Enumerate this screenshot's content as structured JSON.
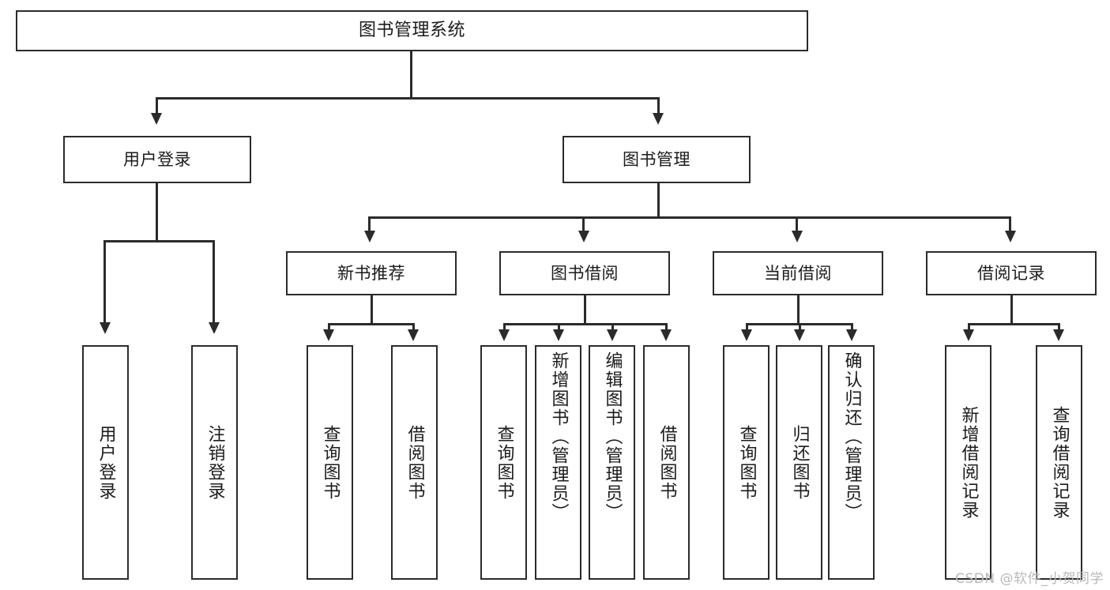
{
  "diagram": {
    "type": "tree-hierarchy",
    "title": "图书管理系统",
    "orientation": "top-down",
    "colors": {
      "box_border": "#2b2b2b",
      "box_fill": "#ffffff",
      "connector": "#2b2b2b",
      "text": "#1b1b1b",
      "watermark": "#b9b9b9",
      "background": "#ffffff"
    }
  },
  "nodes": {
    "root": {
      "label": "图书管理系统"
    },
    "level2": [
      {
        "id": "user-login",
        "label": "用户登录"
      },
      {
        "id": "book-manage",
        "label": "图书管理"
      }
    ],
    "level3": [
      {
        "id": "new-book-recommend",
        "label": "新书推荐"
      },
      {
        "id": "book-borrow",
        "label": "图书借阅"
      },
      {
        "id": "current-borrow",
        "label": "当前借阅"
      },
      {
        "id": "borrow-record",
        "label": "借阅记录"
      }
    ],
    "leaves": {
      "user-login": [
        {
          "id": "leaf-user-login",
          "label": "用户登录"
        },
        {
          "id": "leaf-logout-login",
          "label": "注销登录"
        }
      ],
      "new-book-recommend": [
        {
          "id": "leaf-query-book-1",
          "label": "查询图书"
        },
        {
          "id": "leaf-borrow-book-1",
          "label": "借阅图书"
        }
      ],
      "book-borrow": [
        {
          "id": "leaf-query-book-2",
          "label": "查询图书"
        },
        {
          "id": "leaf-add-book",
          "label": "新增图书（管理员）"
        },
        {
          "id": "leaf-edit-book",
          "label": "编辑图书（管理员）"
        },
        {
          "id": "leaf-borrow-book-2",
          "label": "借阅图书"
        }
      ],
      "current-borrow": [
        {
          "id": "leaf-query-book-3",
          "label": "查询图书"
        },
        {
          "id": "leaf-return-book",
          "label": "归还图书"
        },
        {
          "id": "leaf-confirm-return",
          "label": "确认归还（管理员）"
        }
      ],
      "borrow-record": [
        {
          "id": "leaf-add-record",
          "label": "新增借阅记录"
        },
        {
          "id": "leaf-query-record",
          "label": "查询借阅记录"
        }
      ]
    }
  },
  "watermark": {
    "text": "CSDN @软件_小贺同学"
  }
}
